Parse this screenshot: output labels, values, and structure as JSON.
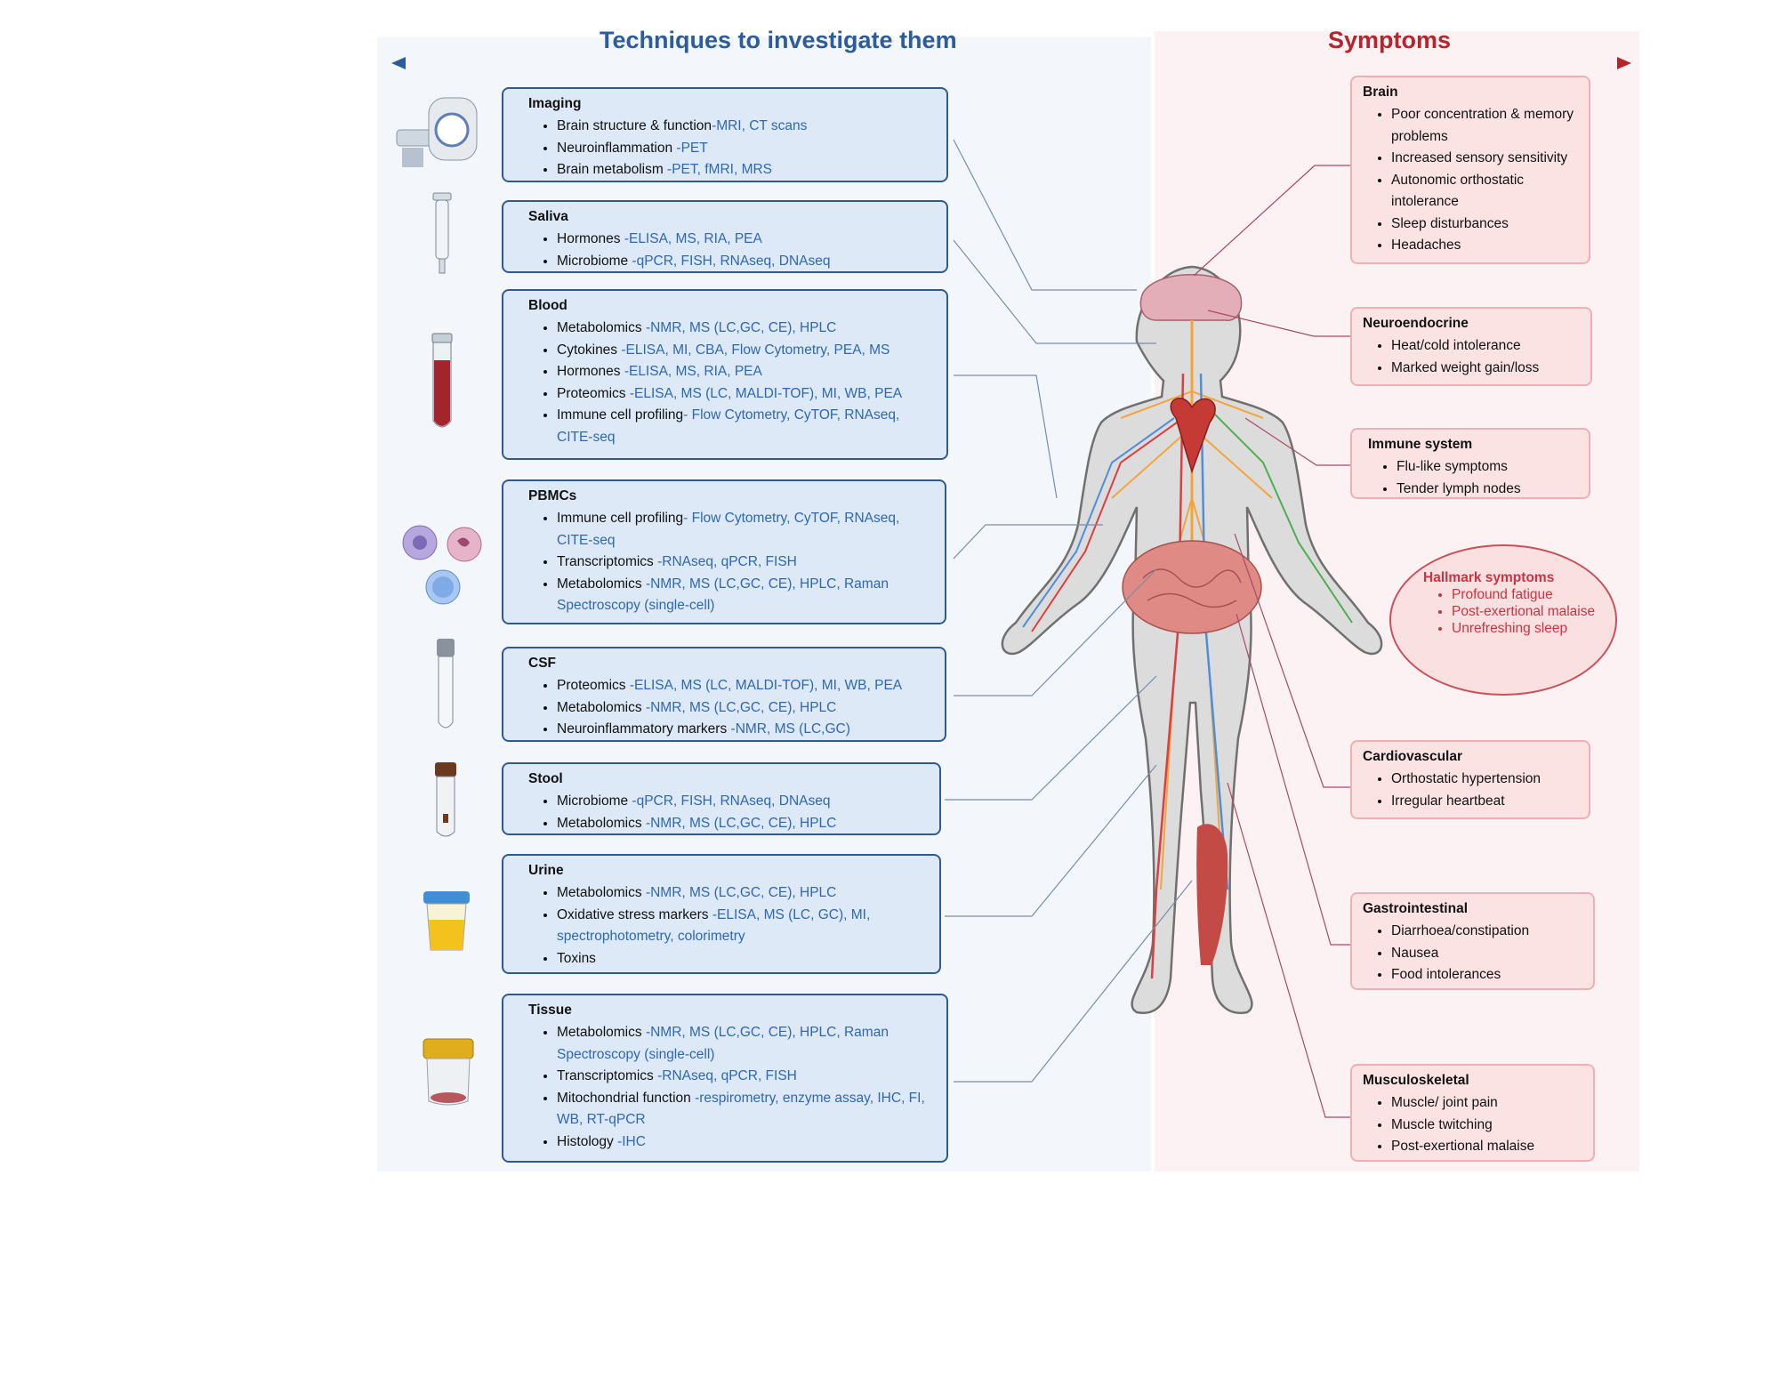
{
  "headings": {
    "techniques": "Techniques to investigate them",
    "symptoms": "Symptoms"
  },
  "techniques": [
    {
      "title": "Imaging",
      "items": [
        {
          "label": "Brain structure & function",
          "methods": "-MRI, CT scans"
        },
        {
          "label": "Neuroinflammation ",
          "methods": "-PET"
        },
        {
          "label": "Brain metabolism ",
          "methods": "-PET, fMRI, MRS"
        }
      ]
    },
    {
      "title": "Saliva",
      "items": [
        {
          "label": "Hormones ",
          "methods": "-ELISA, MS, RIA, PEA"
        },
        {
          "label": "Microbiome ",
          "methods": "-qPCR, FISH, RNAseq, DNAseq"
        }
      ]
    },
    {
      "title": "Blood",
      "items": [
        {
          "label": "Metabolomics ",
          "methods": "-NMR, MS (LC,GC, CE), HPLC"
        },
        {
          "label": "Cytokines ",
          "methods": "-ELISA, MI, CBA, Flow Cytometry, PEA, MS"
        },
        {
          "label": "Hormones ",
          "methods": "-ELISA, MS, RIA, PEA"
        },
        {
          "label": "Proteomics ",
          "methods": "-ELISA, MS (LC, MALDI-TOF), MI, WB, PEA"
        },
        {
          "label": "Immune cell profiling",
          "methods": "- Flow Cytometry, CyTOF, RNAseq, CITE-seq"
        }
      ]
    },
    {
      "title": "PBMCs",
      "items": [
        {
          "label": "Immune cell profiling",
          "methods": "- Flow Cytometry, CyTOF, RNAseq, CITE-seq"
        },
        {
          "label": "Transcriptomics ",
          "methods": "-RNAseq, qPCR, FISH"
        },
        {
          "label": "Metabolomics ",
          "methods": "-NMR, MS (LC,GC, CE), HPLC, Raman Spectroscopy (single-cell)"
        }
      ]
    },
    {
      "title": "CSF",
      "items": [
        {
          "label": "Proteomics ",
          "methods": "-ELISA, MS (LC, MALDI-TOF), MI, WB, PEA"
        },
        {
          "label": "Metabolomics ",
          "methods": "-NMR, MS (LC,GC, CE), HPLC"
        },
        {
          "label": "Neuroinflammatory markers ",
          "methods": "-NMR, MS (LC,GC)"
        }
      ]
    },
    {
      "title": "Stool",
      "items": [
        {
          "label": "Microbiome ",
          "methods": "-qPCR, FISH, RNAseq, DNAseq"
        },
        {
          "label": "Metabolomics ",
          "methods": "-NMR, MS (LC,GC, CE), HPLC"
        }
      ]
    },
    {
      "title": "Urine",
      "items": [
        {
          "label": "Metabolomics ",
          "methods": "-NMR, MS (LC,GC, CE), HPLC"
        },
        {
          "label": "Oxidative stress markers ",
          "methods": "-ELISA, MS (LC, GC), MI, spectrophotometry, colorimetry"
        },
        {
          "label": "Toxins",
          "methods": ""
        }
      ]
    },
    {
      "title": "Tissue",
      "items": [
        {
          "label": "Metabolomics ",
          "methods": "-NMR, MS (LC,GC, CE), HPLC, Raman Spectroscopy (single-cell)"
        },
        {
          "label": "Transcriptomics ",
          "methods": "-RNAseq, qPCR, FISH"
        },
        {
          "label": "Mitochondrial function ",
          "methods": "-respirometry, enzyme assay, IHC, FI, WB, RT-qPCR"
        },
        {
          "label": "Histology ",
          "methods": "-IHC"
        }
      ]
    }
  ],
  "symptoms": [
    {
      "title": "Brain",
      "items": [
        "Poor concentration & memory problems",
        "Increased sensory sensitivity",
        "Autonomic orthostatic intolerance",
        "Sleep disturbances",
        "Headaches"
      ]
    },
    {
      "title": "Neuroendocrine",
      "items": [
        "Heat/cold intolerance",
        "Marked weight gain/loss"
      ]
    },
    {
      "title": "Immune system",
      "items": [
        "Flu-like symptoms",
        "Tender lymph nodes"
      ]
    },
    {
      "title": "Cardiovascular",
      "items": [
        "Orthostatic hypertension",
        "Irregular heartbeat"
      ]
    },
    {
      "title": "Gastrointestinal",
      "items": [
        "Diarrhoea/constipation",
        "Nausea",
        "Food intolerances"
      ]
    },
    {
      "title": "Musculoskeletal",
      "items": [
        "Muscle/ joint pain",
        "Muscle twitching",
        "Post-exertional malaise"
      ]
    }
  ],
  "hallmark": {
    "title": "Hallmark symptoms",
    "items": [
      "Profound fatigue",
      "Post-exertional malaise",
      "Unrefreshing sleep"
    ]
  },
  "colors": {
    "techniques_accent": "#2e5c9a",
    "symptoms_accent": "#b3262e",
    "method_text": "#2f67b1"
  }
}
